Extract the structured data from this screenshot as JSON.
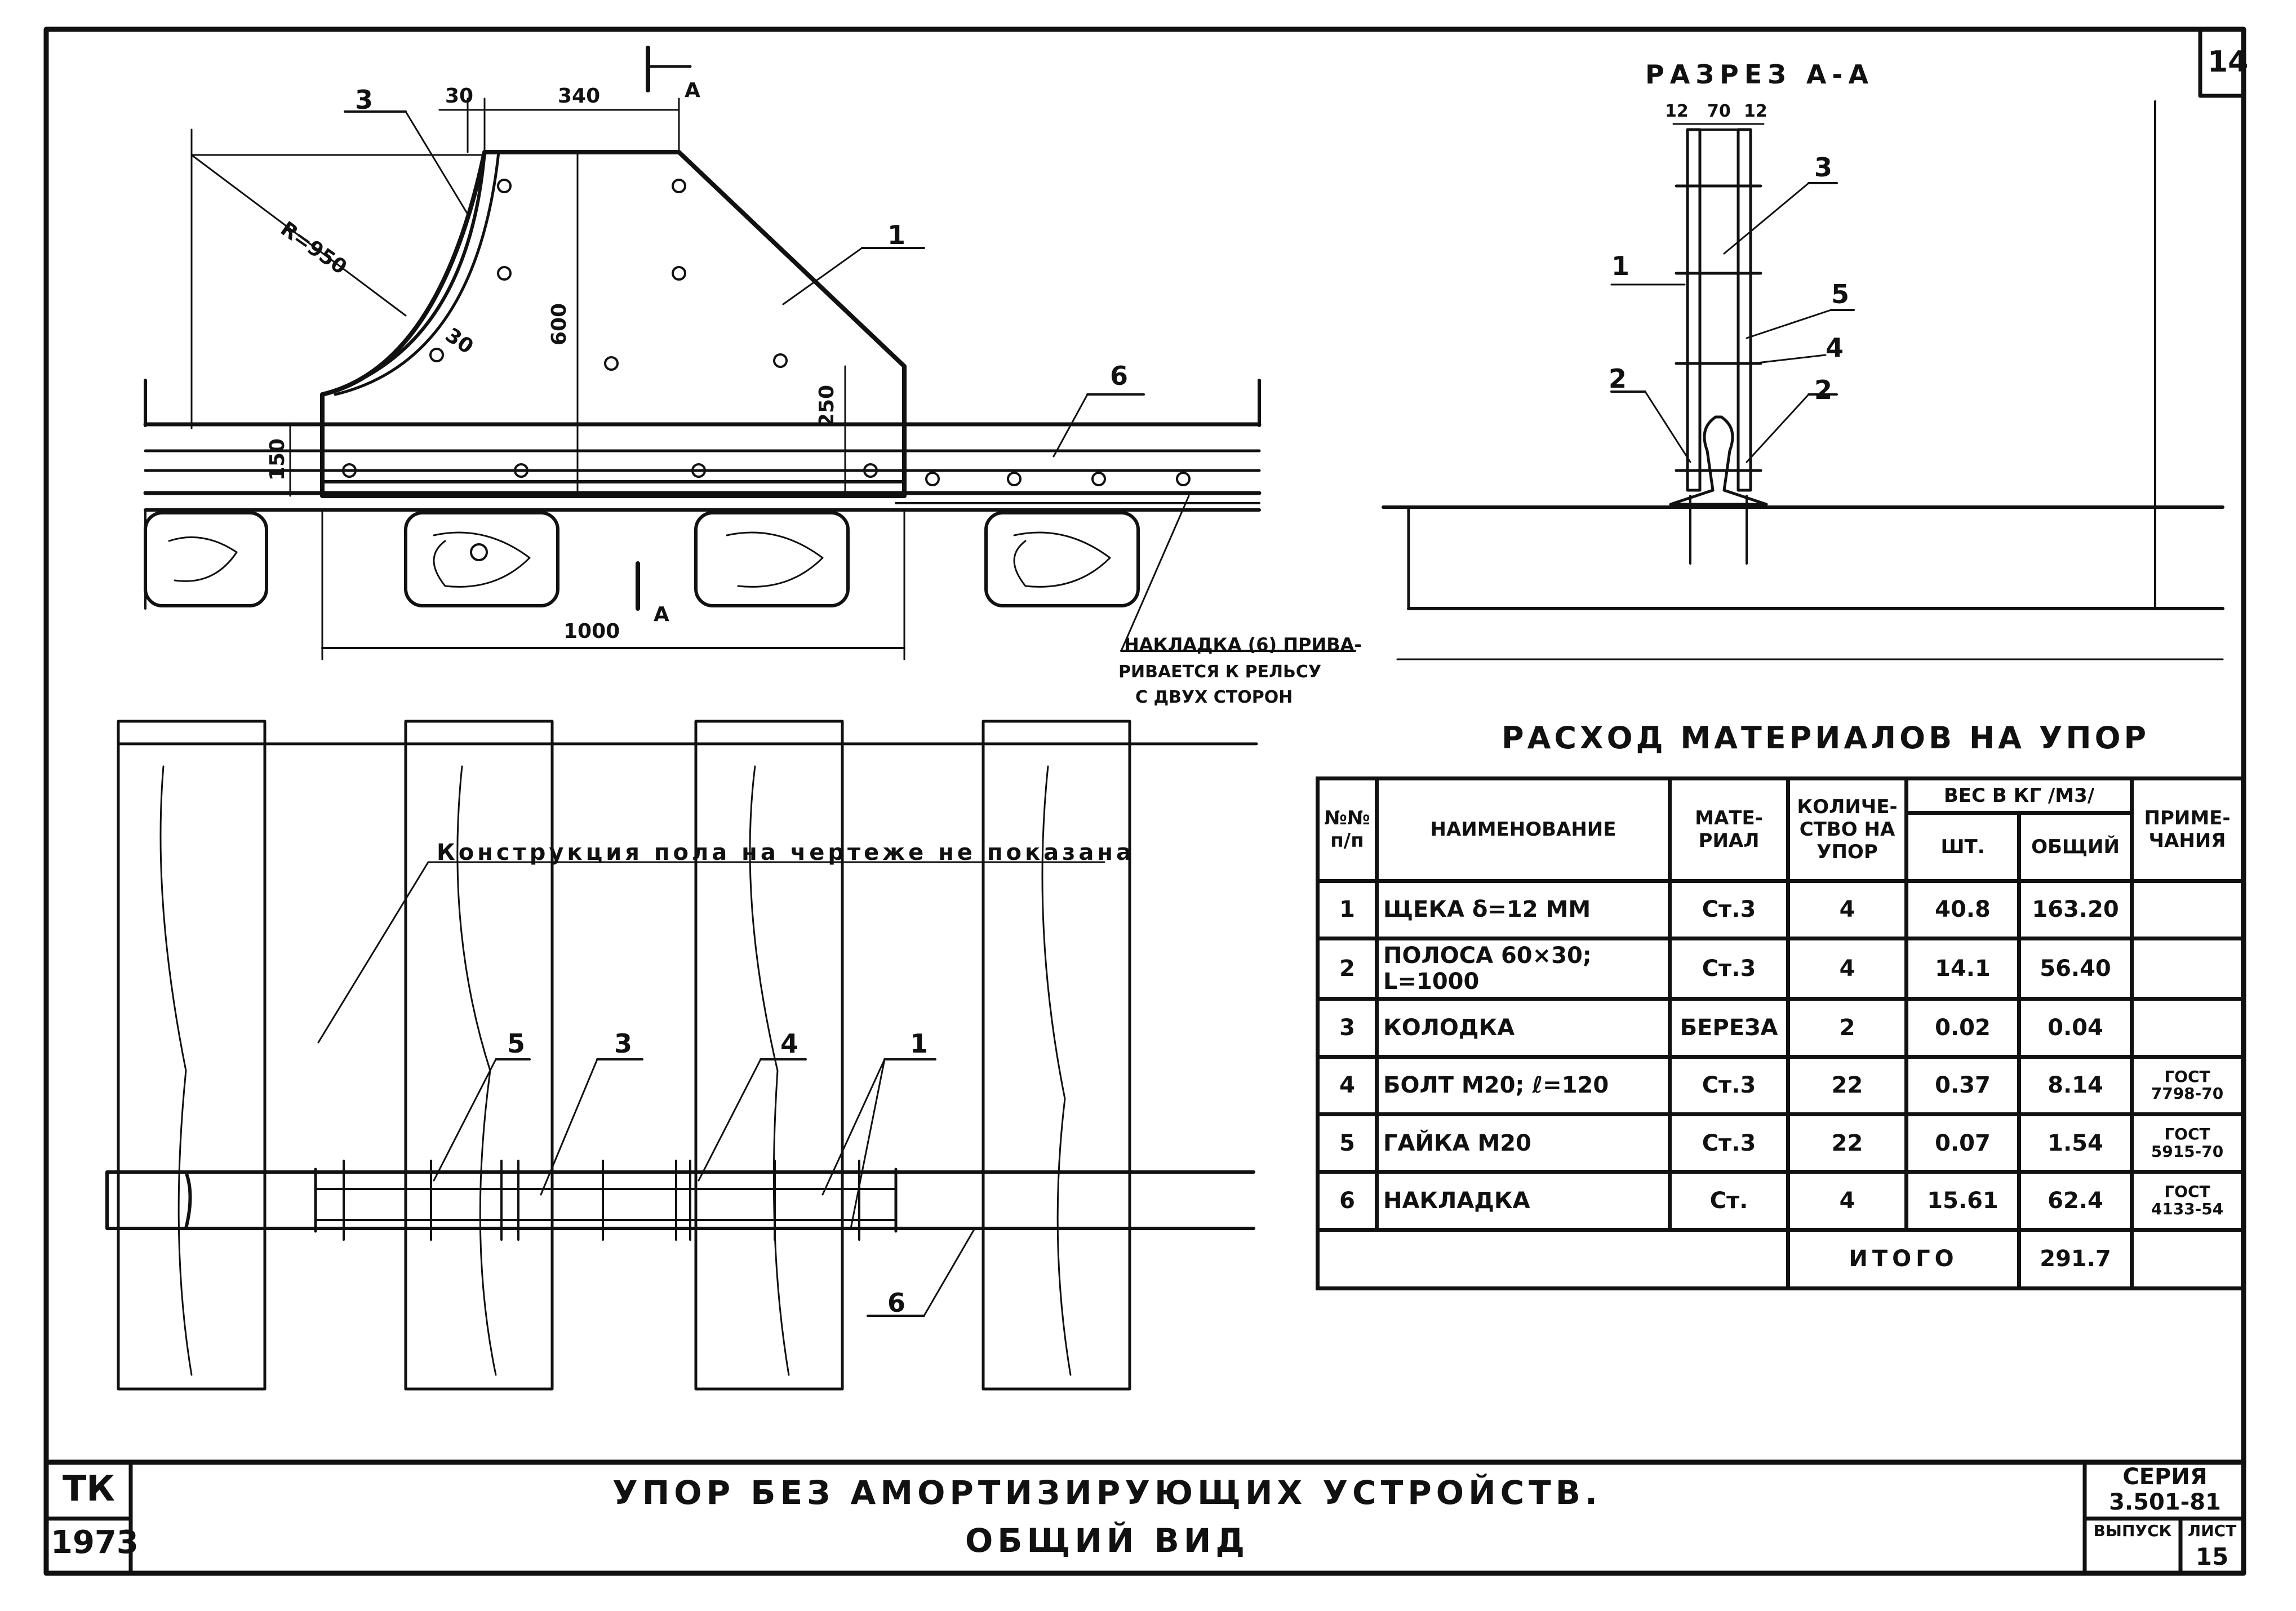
{
  "sheet": {
    "number": "14",
    "org": "ТК",
    "year": "1973",
    "title_line1": "УПОР БЕЗ АМОРТИЗИРУЮЩИХ УСТРОЙСТВ.",
    "title_line2": "ОБЩИЙ ВИД",
    "series_label": "СЕРИЯ",
    "series_value": "3.501-81",
    "issue_label": "ВЫПУСК",
    "sheet_label": "ЛИСТ",
    "sheet_value": "15"
  },
  "elevation": {
    "callouts": [
      "1",
      "3",
      "6"
    ],
    "dimensions": {
      "top_30": "30",
      "top_340": "340",
      "radius": "R=950",
      "thick_30": "30",
      "height_600": "600",
      "height_250": "250",
      "height_150": "150",
      "length_1000": "1000"
    },
    "section_mark": "A",
    "note_line1": "НАКЛАДКА (6) ПРИВА-",
    "note_line2": "РИВАЕТСЯ К РЕЛЬСУ",
    "note_line3": "С ДВУХ СТОРОН"
  },
  "section": {
    "title": "РАЗРЕЗ А-А",
    "dims": [
      "12",
      "70",
      "12"
    ],
    "callouts": [
      "3",
      "1",
      "5",
      "4",
      "2",
      "2"
    ]
  },
  "plan": {
    "note": "Конструкция пола на чертеже не показана",
    "callouts": [
      "5",
      "3",
      "4",
      "1",
      "6"
    ]
  },
  "materials": {
    "title": "РАСХОД МАТЕРИАЛОВ НА УПОР",
    "headers": {
      "no": "№№ п/п",
      "name": "НАИМЕНОВАНИЕ",
      "material": "МАТЕ-РИАЛ",
      "qty": "КОЛИЧЕ-СТВО НА УПОР",
      "weight": "ВЕС В КГ /М3/",
      "unit": "ШТ.",
      "total": "ОБЩИЙ",
      "note": "ПРИМЕ-ЧАНИЯ"
    },
    "rows": [
      {
        "no": "1",
        "name": "ЩЕКА δ=12 ММ",
        "material": "Ст.3",
        "qty": "4",
        "unit": "40.8",
        "total": "163.20",
        "note": ""
      },
      {
        "no": "2",
        "name": "ПОЛОСА 60×30; L=1000",
        "material": "Ст.3",
        "qty": "4",
        "unit": "14.1",
        "total": "56.40",
        "note": ""
      },
      {
        "no": "3",
        "name": "КОЛОДКА",
        "material": "БЕРЕЗА",
        "qty": "2",
        "unit": "0.02",
        "total": "0.04",
        "note": ""
      },
      {
        "no": "4",
        "name": "БОЛТ М20; ℓ=120",
        "material": "Ст.3",
        "qty": "22",
        "unit": "0.37",
        "total": "8.14",
        "note": "ГОСТ 7798-70"
      },
      {
        "no": "5",
        "name": "ГАЙКА М20",
        "material": "Ст.3",
        "qty": "22",
        "unit": "0.07",
        "total": "1.54",
        "note": "ГОСТ 5915-70"
      },
      {
        "no": "6",
        "name": "НАКЛАДКА",
        "material": "Ст.",
        "qty": "4",
        "unit": "15.61",
        "total": "62.4",
        "note": "ГОСТ 4133-54"
      }
    ],
    "total_label": "ИТОГО",
    "total_value": "291.7"
  }
}
